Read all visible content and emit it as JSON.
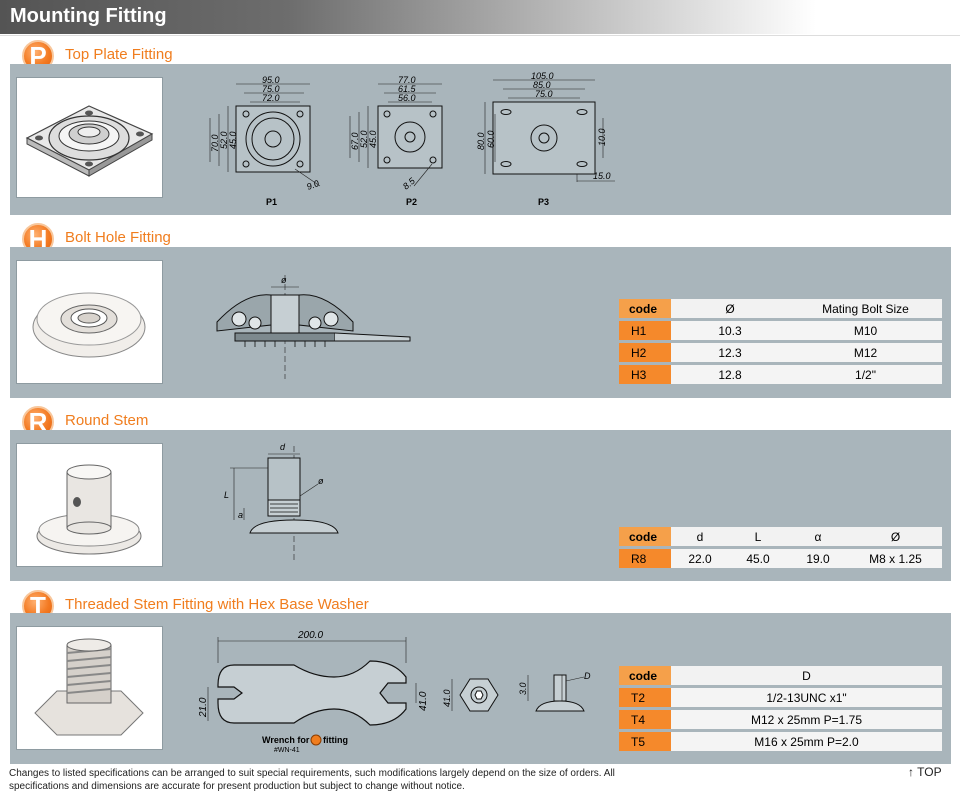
{
  "page": {
    "title": "Mounting Fitting"
  },
  "sections": [
    {
      "letter": "P",
      "title": "Top Plate Fitting",
      "drawings": [
        {
          "label": "P1",
          "dims": [
            "95.0",
            "75.0",
            "72.0",
            "70.0",
            "52.0",
            "45.0",
            "9.0"
          ]
        },
        {
          "label": "P2",
          "dims": [
            "77.0",
            "61.5",
            "56.0",
            "67.0",
            "52.0",
            "45.0",
            "8.5"
          ]
        },
        {
          "label": "P3",
          "dims": [
            "105.0",
            "85.0",
            "75.0",
            "80.0",
            "60.0",
            "10.0",
            "15.0"
          ]
        }
      ]
    },
    {
      "letter": "H",
      "title": "Bolt Hole Fitting",
      "drawing_label": "ø",
      "table": {
        "headers": [
          "code",
          "Ø",
          "Mating Bolt Size"
        ],
        "rows": [
          [
            "H1",
            "10.3",
            "M10"
          ],
          [
            "H2",
            "12.3",
            "M12"
          ],
          [
            "H3",
            "12.8",
            "1/2\""
          ]
        ]
      }
    },
    {
      "letter": "R",
      "title": "Round Stem",
      "drawing_labels": {
        "d": "d",
        "phi": "ø",
        "L": "L",
        "a": "a"
      },
      "table": {
        "headers": [
          "code",
          "d",
          "L",
          "α",
          "Ø"
        ],
        "rows": [
          [
            "R8",
            "22.0",
            "45.0",
            "19.0",
            "M8 x 1.25"
          ]
        ]
      }
    },
    {
      "letter": "T",
      "title": "Threaded Stem Fitting with Hex Base Washer",
      "wrench": {
        "length": "200.0",
        "left_opening": "21.0",
        "right_opening": "41.0",
        "caption_pre": "Wrench for",
        "caption_post": "fitting",
        "part": "#WN-41"
      },
      "hex": {
        "size": "41.0"
      },
      "stem": {
        "height": "3.0",
        "label": "D"
      },
      "table": {
        "headers": [
          "code",
          "D"
        ],
        "rows": [
          [
            "T2",
            "1/2-13UNC x1\""
          ],
          [
            "T4",
            "M12 x 25mm P=1.75"
          ],
          [
            "T5",
            "M16 x 25mm P=2.0"
          ]
        ]
      }
    }
  ],
  "footer": {
    "note": "Changes to listed specifications can be arranged to suit special requirements, such modifications largely depend on the size of orders. All specifications and dimensions are accurate for present production but subject to change without notice.",
    "top_link": "↑ TOP"
  },
  "colors": {
    "accent": "#f07d1e",
    "panel": "#a9b5bb",
    "header_row": "#f5a04a",
    "code_cell": "#f5892b"
  }
}
